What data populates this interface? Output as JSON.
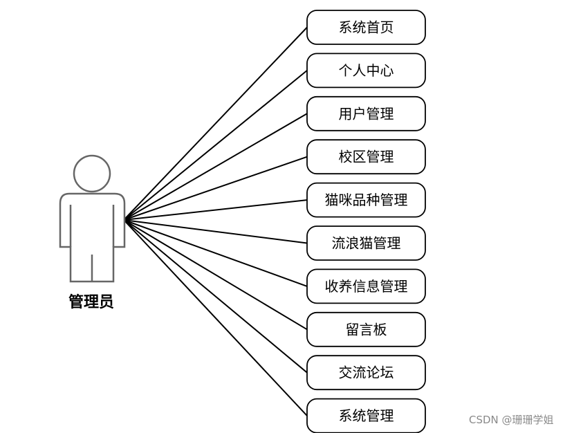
{
  "actor": {
    "label": "管理员"
  },
  "use_cases": [
    {
      "label": "系统首页"
    },
    {
      "label": "个人中心"
    },
    {
      "label": "用户管理"
    },
    {
      "label": "校区管理"
    },
    {
      "label": "猫咪品种管理"
    },
    {
      "label": "流浪猫管理"
    },
    {
      "label": "收养信息管理"
    },
    {
      "label": "留言板"
    },
    {
      "label": "交流论坛"
    },
    {
      "label": "系统管理"
    }
  ],
  "watermark": "CSDN @珊珊学姐",
  "colors": {
    "actor_stroke": "#666666",
    "box_stroke": "#000000",
    "line": "#000000",
    "watermark": "#8a8a8a"
  }
}
